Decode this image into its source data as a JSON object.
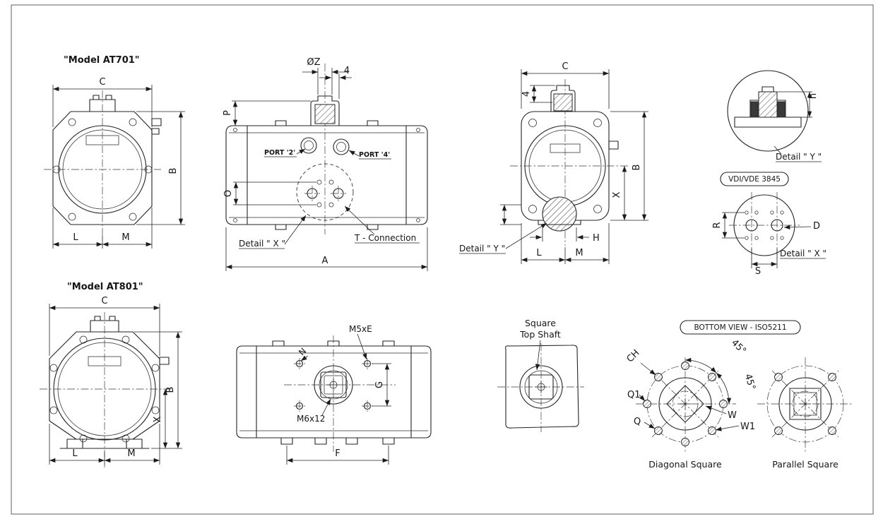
{
  "colors": {
    "line": "#232323",
    "background": "#ffffff"
  },
  "at701_front": {
    "title": "\"Model AT701\"",
    "dim_c": "C",
    "dim_b": "B",
    "dim_l": "L",
    "dim_m": "M"
  },
  "at701_side": {
    "dim_oz": "ØZ",
    "dim_4": "4",
    "dim_p": "P",
    "dim_o": "O",
    "dim_a": "A",
    "port2": "PORT '2'",
    "port4": "PORT '4'",
    "detail_x": "Detail \" X \"",
    "t_connection": "T - Connection"
  },
  "at701_back": {
    "dim_c": "C",
    "dim_4": "4",
    "dim_b": "B",
    "dim_x": "X",
    "dim_h": "H",
    "dim_l": "L",
    "dim_m": "M",
    "detail_y": "Detail \" Y \""
  },
  "detail_y_view": {
    "dim_h": "h",
    "caption": "Detail \" Y \""
  },
  "vdi_view": {
    "badge": "VDI/VDE 3845",
    "dim_r": "R",
    "dim_d": "D",
    "dim_s": "S",
    "caption": "Detail \" X \""
  },
  "at801_front": {
    "title": "\"Model AT801\"",
    "dim_c": "C",
    "dim_b": "B",
    "dim_x": "X",
    "dim_l": "L",
    "dim_m": "M"
  },
  "at801_side": {
    "lbl_m5xe": "M5xE",
    "lbl_n": "N",
    "lbl_m6x12": "M6x12",
    "dim_g": "G",
    "dim_f": "F"
  },
  "square_top_shaft": {
    "line1": "Square",
    "line2": "Top Shaft"
  },
  "iso5211": {
    "badge": "BOTTOM VIEW - ISO5211",
    "dim_ch": "CH",
    "dim_45a": "45°",
    "dim_45b": "45°",
    "dim_q1": "Q1",
    "dim_q": "Q",
    "dim_w": "W",
    "dim_w1": "W1",
    "caption_diagonal": "Diagonal Square",
    "caption_parallel": "Parallel Square"
  }
}
